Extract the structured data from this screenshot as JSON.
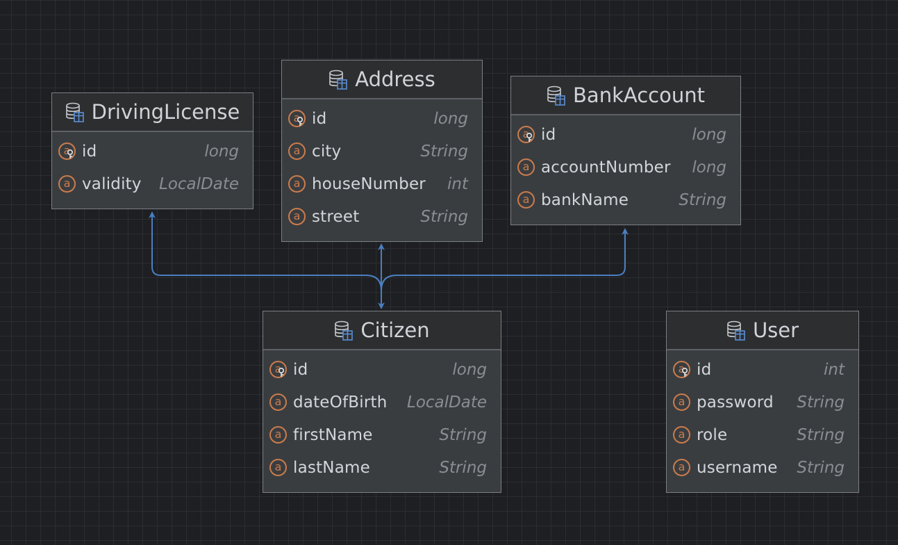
{
  "diagram": {
    "entities": {
      "driving_license": {
        "name": "DrivingLicense",
        "fields": [
          {
            "name": "id",
            "type": "long"
          },
          {
            "name": "validity",
            "type": "LocalDate"
          }
        ]
      },
      "address": {
        "name": "Address",
        "fields": [
          {
            "name": "id",
            "type": "long"
          },
          {
            "name": "city",
            "type": "String"
          },
          {
            "name": "houseNumber",
            "type": "int"
          },
          {
            "name": "street",
            "type": "String"
          }
        ]
      },
      "bank_account": {
        "name": "BankAccount",
        "fields": [
          {
            "name": "id",
            "type": "long"
          },
          {
            "name": "accountNumber",
            "type": "long"
          },
          {
            "name": "bankName",
            "type": "String"
          }
        ]
      },
      "citizen": {
        "name": "Citizen",
        "fields": [
          {
            "name": "id",
            "type": "long"
          },
          {
            "name": "dateOfBirth",
            "type": "LocalDate"
          },
          {
            "name": "firstName",
            "type": "String"
          },
          {
            "name": "lastName",
            "type": "String"
          }
        ]
      },
      "user": {
        "name": "User",
        "fields": [
          {
            "name": "id",
            "type": "int"
          },
          {
            "name": "password",
            "type": "String"
          },
          {
            "name": "role",
            "type": "String"
          },
          {
            "name": "username",
            "type": "String"
          }
        ]
      }
    },
    "relations": [
      {
        "from": "Citizen",
        "to": "DrivingLicense"
      },
      {
        "from": "Citizen",
        "to": "Address"
      },
      {
        "from": "Citizen",
        "to": "BankAccount"
      },
      {
        "from": "Address",
        "to": "Citizen"
      }
    ],
    "colors": {
      "background": "#1e1f22",
      "grid": "#2b2d31",
      "entity_body": "#3a3d40",
      "entity_header": "#2c2e30",
      "entity_border": "#7b7f84",
      "attribute_icon": "#cb7c4c",
      "relation_line": "#4a7fc1",
      "table_icon_accent": "#5b8fd6"
    },
    "icons": {
      "entity": "database-table-icon",
      "field": "attribute-icon",
      "primary_key": "key-icon"
    }
  }
}
